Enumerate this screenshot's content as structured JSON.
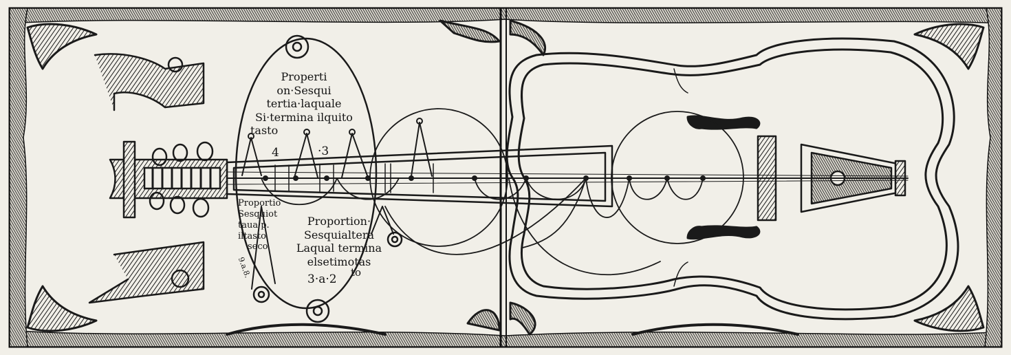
{
  "diagram": {
    "top_label": {
      "lines": [
        "Properti",
        "on·Sesqui",
        "tertia·laquale",
        "Si·termina ilquito",
        "tasto"
      ],
      "numbers": [
        "4",
        "·3"
      ]
    },
    "left_label": {
      "lines": [
        "Proportio",
        "Sesquiot",
        "taua·p.",
        "iltasto",
        "seco"
      ],
      "ratio": "9.a.8."
    },
    "right_label": {
      "lines": [
        "Proportion·",
        "Sesquialtera",
        "Laqual termina",
        "elsetimotas"
      ],
      "suffix": "to",
      "ratio": "3·a·2"
    }
  }
}
